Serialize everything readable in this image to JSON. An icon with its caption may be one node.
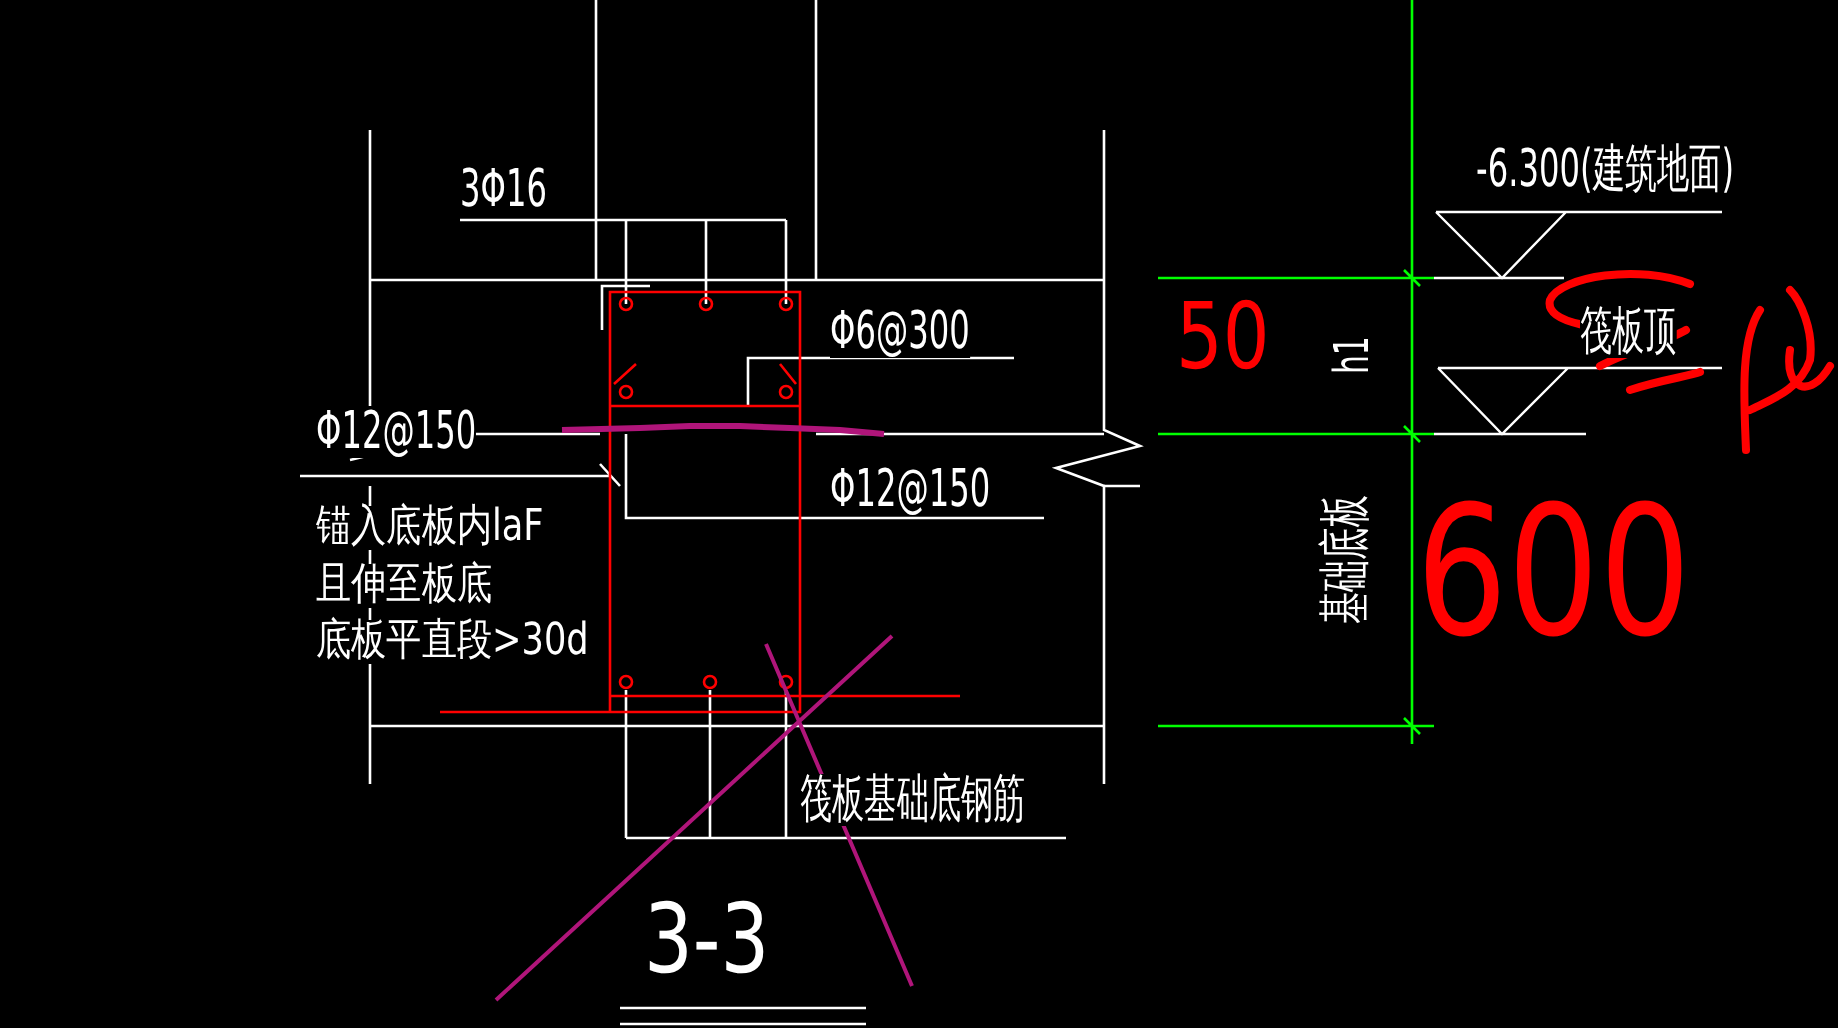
{
  "diagram": {
    "title": "3-3",
    "labels": [
      "-6.300(建筑地面)",
      "3Φ16",
      "50",
      "筏板顶",
      "Φ6@300",
      "h1",
      "Φ12@150",
      "Φ12@150",
      "600",
      "基础底板",
      "锚入底板内laF",
      "且伸至板底",
      "底板平直段>30d",
      "筏板基础底钢筋"
    ]
  }
}
